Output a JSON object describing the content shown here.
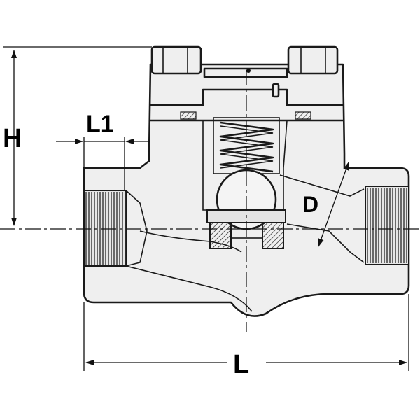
{
  "dimensions": {
    "h_label": "H",
    "l1_label": "L1",
    "d_label": "D",
    "l_label": "L"
  },
  "colors": {
    "line": "#1a1a1a",
    "body_fill": "#efefef",
    "background": "#ffffff"
  }
}
